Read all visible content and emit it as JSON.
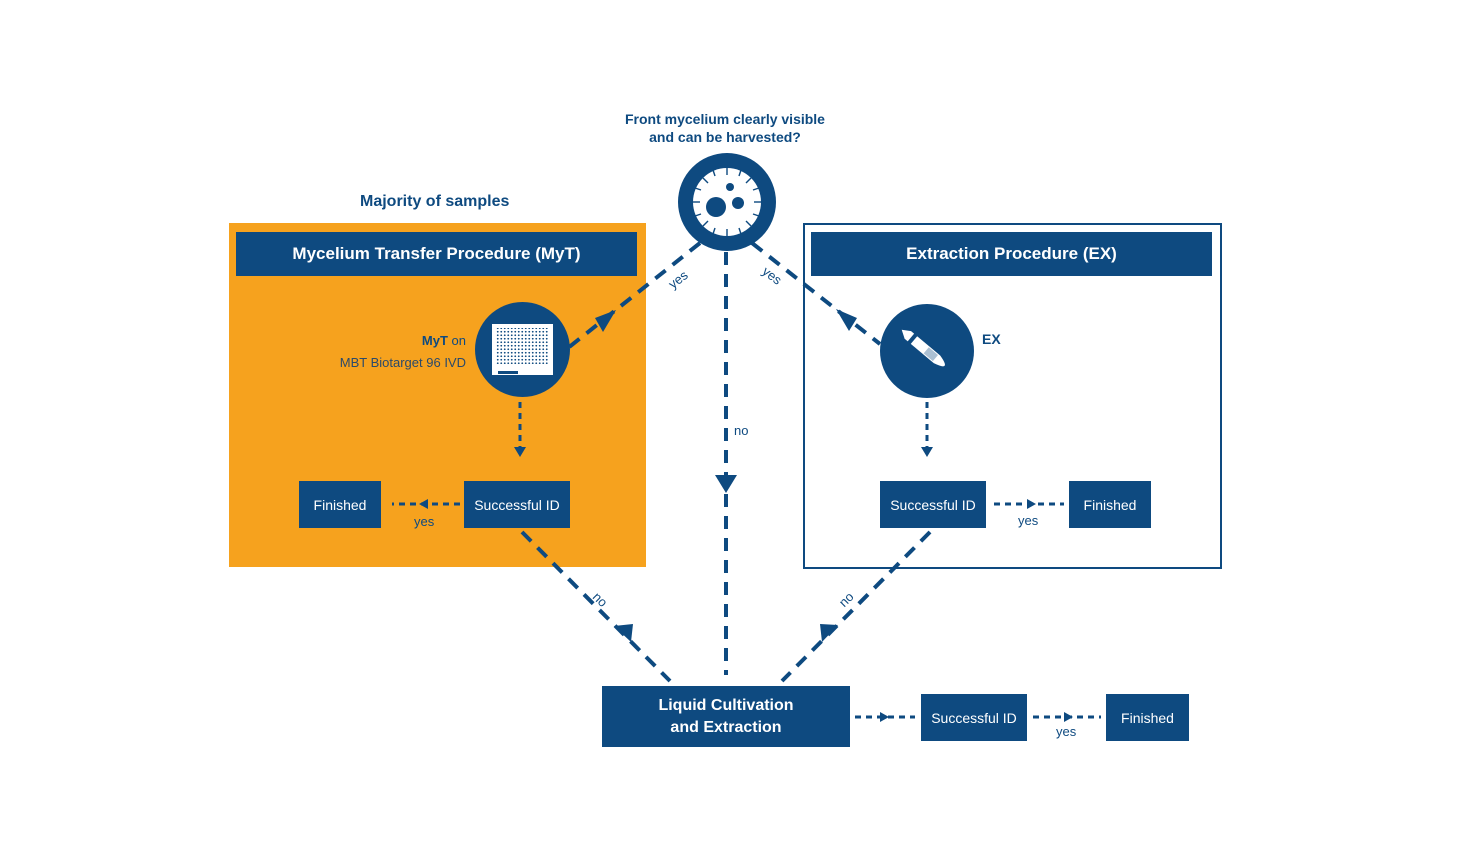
{
  "question": {
    "line1": "Front mycelium clearly visible",
    "line2": "and can be harvested?"
  },
  "majority_label": "Majority of samples",
  "myt_panel": {
    "title": "Mycelium Transfer Procedure (MyT)",
    "method_bold": "MyT",
    "method_suffix": " on",
    "target": "MBT Biotarget 96 IVD",
    "success": "Successful ID",
    "finished": "Finished",
    "yes": "yes"
  },
  "ex_panel": {
    "title": "Extraction Procedure (EX)",
    "method": "EX",
    "success": "Successful ID",
    "finished": "Finished",
    "yes": "yes"
  },
  "liquid": {
    "line1": "Liquid Cultivation",
    "line2": "and Extraction",
    "success": "Successful ID",
    "finished": "Finished",
    "yes": "yes"
  },
  "edge_labels": {
    "yes_left": "yes",
    "yes_right": "yes",
    "no_center": "no",
    "no_left": "no",
    "no_right": "no"
  },
  "colors": {
    "navy": "#0e4a80",
    "orange": "#f6a21e"
  },
  "icons": [
    "mycelium-dish-icon",
    "target-plate-icon",
    "pipette-icon"
  ]
}
